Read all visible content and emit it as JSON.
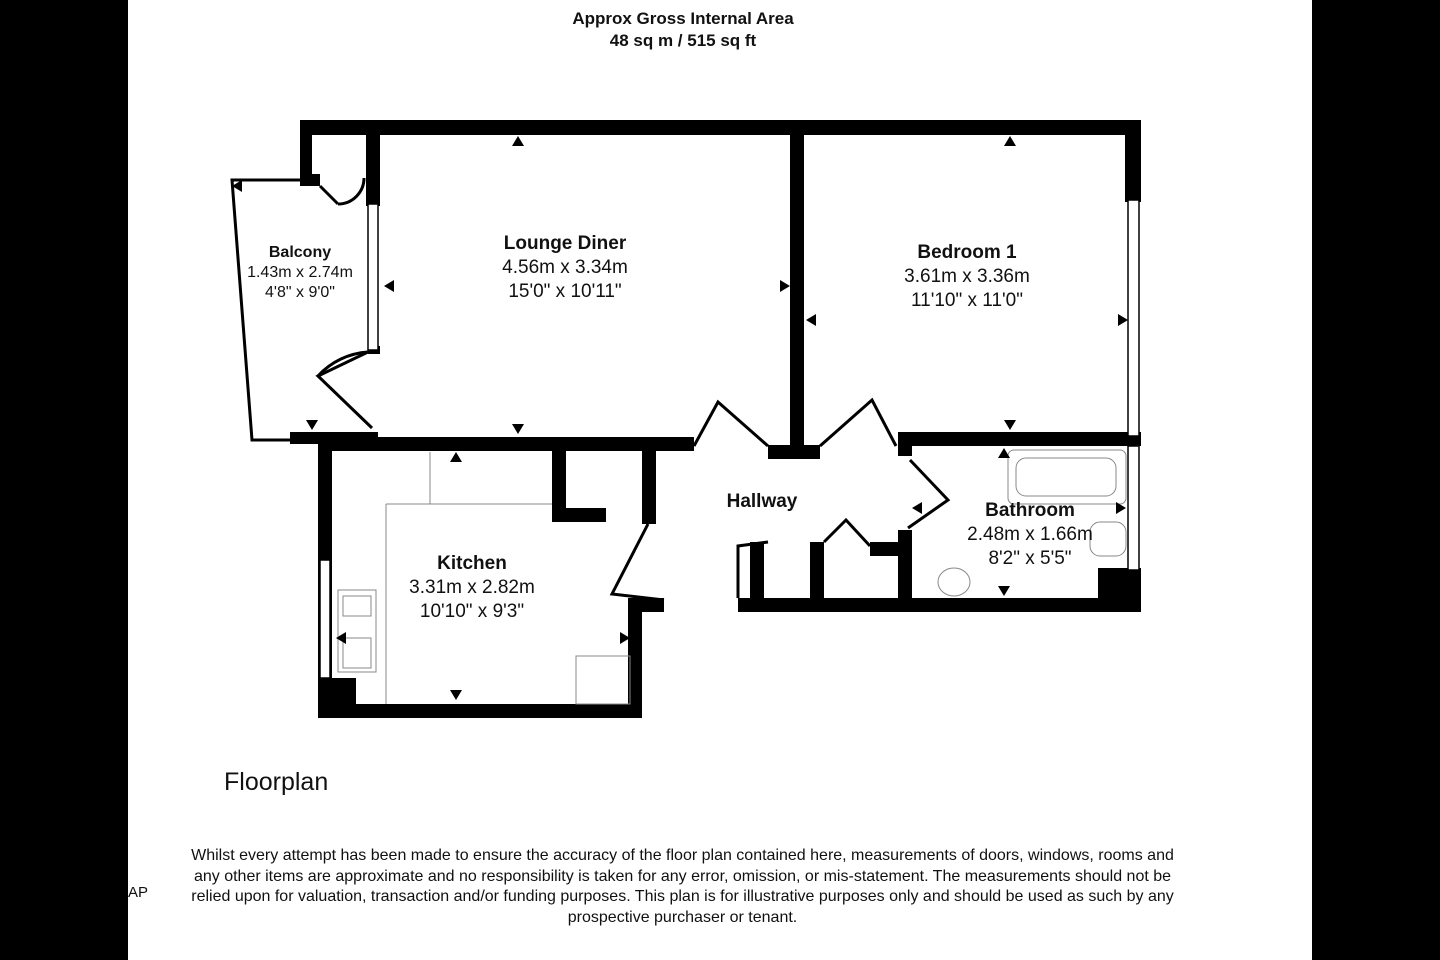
{
  "header": {
    "title": "Approx Gross Internal Area",
    "area": "48 sq m / 515 sq ft"
  },
  "rooms": [
    {
      "id": "balcony",
      "name": "Balcony",
      "metric": "1.43m x 2.74m",
      "imperial": "4'8\" x 9'0\""
    },
    {
      "id": "lounge",
      "name": "Lounge Diner",
      "metric": "4.56m x 3.34m",
      "imperial": "15'0\" x 10'11\""
    },
    {
      "id": "bedroom",
      "name": "Bedroom 1",
      "metric": "3.61m x 3.36m",
      "imperial": "11'10\" x 11'0\""
    },
    {
      "id": "hallway",
      "name": "Hallway"
    },
    {
      "id": "bathroom",
      "name": "Bathroom",
      "metric": "2.48m x 1.66m",
      "imperial": "8'2\" x 5'5\""
    },
    {
      "id": "kitchen",
      "name": "Kitchen",
      "metric": "3.31m x 2.82m",
      "imperial": "10'10\" x 9'3\""
    }
  ],
  "caption": "Floorplan",
  "side_label": "AP",
  "disclaimer": {
    "lines": [
      "Whilst every attempt has been made to ensure the accuracy of the floor plan contained here, measurements of doors, windows, rooms and",
      "any other items are approximate and no responsibility is taken for any error, omission, or mis-statement. The measurements should not be",
      "relied upon for valuation, transaction and/or funding purposes. This plan is for illustrative purposes only and should be used as such by any",
      "prospective purchaser or tenant."
    ]
  },
  "colors": {
    "wall": "#000000",
    "background": "#ffffff",
    "outer": "#000000",
    "fixture": "#888888"
  }
}
